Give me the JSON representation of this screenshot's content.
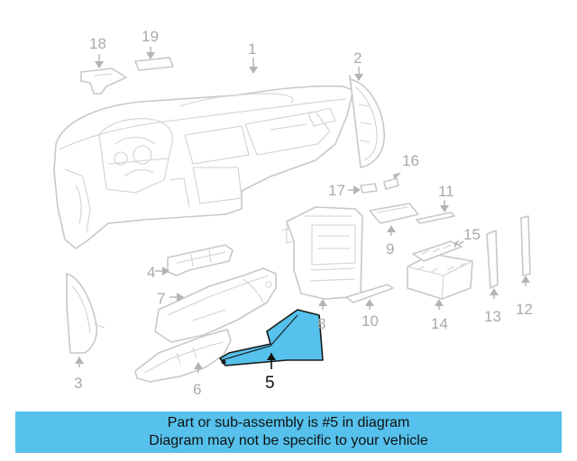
{
  "diagram": {
    "highlighted_part": "5",
    "callouts": [
      "1",
      "2",
      "3",
      "4",
      "5",
      "6",
      "7",
      "8",
      "9",
      "10",
      "11",
      "12",
      "13",
      "14",
      "15",
      "16",
      "17",
      "18",
      "19"
    ]
  },
  "banner": {
    "line1": "Part or sub-assembly is #5 in diagram",
    "line2": "Diagram may not be specific to your vehicle"
  },
  "colors": {
    "highlight": "#55c1ec",
    "part_stroke": "#c8c8c8",
    "callout_gray": "#aaaaaa"
  }
}
